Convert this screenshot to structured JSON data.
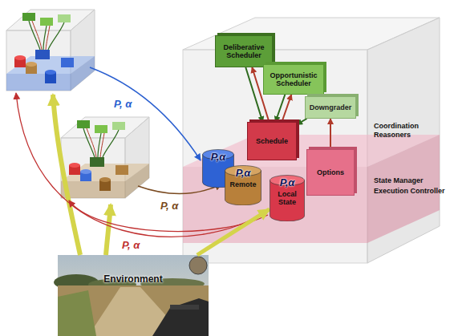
{
  "diagram": {
    "nodes": [
      {
        "text": [
          "Deliberative Scheduler"
        ]
      },
      {
        "text": [
          "Opportunistic Scheduler"
        ]
      },
      {
        "text": [
          "Downgrader"
        ]
      },
      {
        "text": [
          "Schedule"
        ]
      },
      {
        "text": [
          "Options"
        ]
      },
      {
        "text": [
          "P,α"
        ]
      },
      {
        "text": [
          "P,α",
          "Remote"
        ]
      },
      {
        "text": [
          "P,α",
          "Local State"
        ]
      },
      {
        "text": [
          "Environment"
        ]
      }
    ],
    "edges": [
      {
        "from": 0,
        "to": 3,
        "arrow": "to"
      },
      {
        "from": 3,
        "to": 0,
        "arrow": "to"
      },
      {
        "from": 1,
        "to": 3,
        "arrow": "to"
      },
      {
        "from": 3,
        "to": 1,
        "arrow": "to"
      },
      {
        "from": 2,
        "to": 3,
        "arrow": "to"
      },
      {
        "from": 4,
        "to": 2,
        "arrow": "to"
      },
      {
        "from": 8,
        "to": 7,
        "arrow": "to"
      }
    ],
    "labels": [
      "P, α",
      "P, α",
      "P, α",
      "Coordination Reasoners",
      "State Manager",
      "Execution Controller"
    ]
  }
}
